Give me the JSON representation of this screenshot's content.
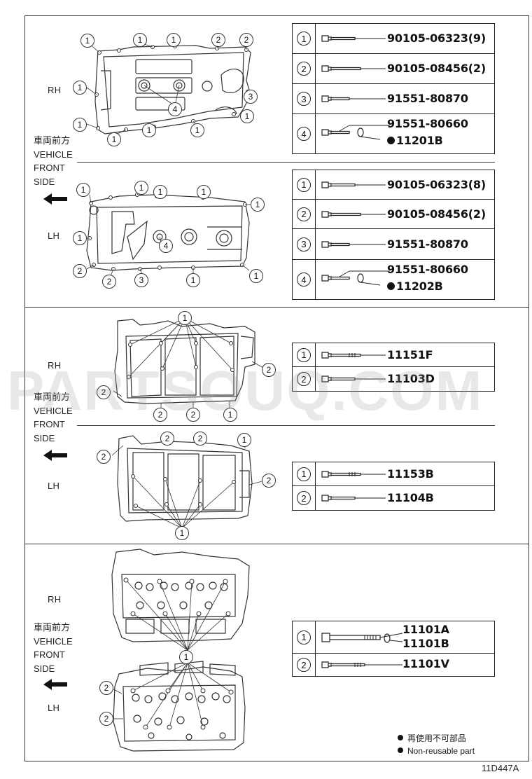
{
  "sections": [
    {
      "upper_label": "RH",
      "lower_label": "LH",
      "direction": [
        "車両前方",
        "VEHICLE",
        "FRONT",
        "SIDE"
      ],
      "tables": [
        {
          "rows": [
            {
              "num": "1",
              "part": "90105-06323(9)"
            },
            {
              "num": "2",
              "part": "90105-08456(2)"
            },
            {
              "num": "3",
              "part": "91551-80870"
            },
            {
              "num": "4",
              "part": "91551-80660",
              "part2": "11201B",
              "non_reusable": true
            }
          ]
        },
        {
          "rows": [
            {
              "num": "1",
              "part": "90105-06323(8)"
            },
            {
              "num": "2",
              "part": "90105-08456(2)"
            },
            {
              "num": "3",
              "part": "91551-80870"
            },
            {
              "num": "4",
              "part": "91551-80660",
              "part2": "11202B",
              "non_reusable": true
            }
          ]
        }
      ]
    },
    {
      "upper_label": "RH",
      "lower_label": "LH",
      "direction": [
        "車両前方",
        "VEHICLE",
        "FRONT",
        "SIDE"
      ],
      "tables": [
        {
          "rows": [
            {
              "num": "1",
              "part": "11151F"
            },
            {
              "num": "2",
              "part": "11103D"
            }
          ]
        },
        {
          "rows": [
            {
              "num": "1",
              "part": "11153B"
            },
            {
              "num": "2",
              "part": "11104B"
            }
          ]
        }
      ]
    },
    {
      "upper_label": "RH",
      "lower_label": "LH",
      "direction": [
        "車両前方",
        "VEHICLE",
        "FRONT",
        "SIDE"
      ],
      "tables": [
        {
          "rows": [
            {
              "num": "1",
              "part": "11101A",
              "part2": "11101B"
            },
            {
              "num": "2",
              "part": "11101V"
            }
          ]
        }
      ]
    }
  ],
  "callouts": {
    "s1_rh": [
      "1",
      "1",
      "1",
      "2",
      "2",
      "1",
      "3",
      "1",
      "1",
      "1",
      "1",
      "1",
      "4"
    ],
    "s1_lh": [
      "1",
      "1",
      "1",
      "1",
      "1",
      "1",
      "4",
      "2",
      "2",
      "3",
      "1",
      "1"
    ],
    "s2_rh": [
      "1",
      "2",
      "2",
      "2",
      "2",
      "1"
    ],
    "s2_lh": [
      "2",
      "2",
      "2",
      "1",
      "2",
      "1"
    ],
    "s3": [
      "1",
      "2",
      "2"
    ]
  },
  "legend": {
    "jp": "再使用不可部品",
    "en": "Non-reusable part"
  },
  "diagram_code": "11D447A",
  "watermark": "PARTSOUQ.COM",
  "icons": [
    "arrow-left-icon",
    "bolt-icon",
    "washer-icon",
    "non-reusable-dot-icon"
  ]
}
